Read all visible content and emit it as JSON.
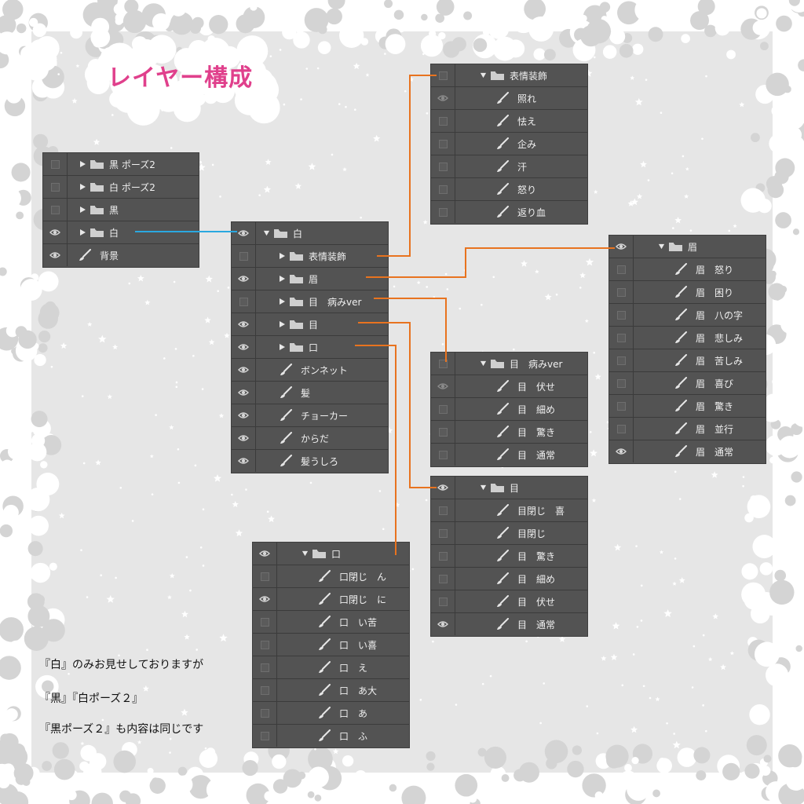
{
  "title": "レイヤー構成",
  "colors": {
    "accent_title": "#e0408c",
    "connector_orange": "#e8731f",
    "connector_blue": "#2aa8e0",
    "panel_bg": "#535353"
  },
  "icons": {
    "eye": "eye-icon",
    "box": "visibility-box-icon",
    "folder": "folder-icon",
    "brush": "brush-icon",
    "expand": "triangle-right-icon",
    "collapse": "triangle-down-icon"
  },
  "panels": {
    "root": [
      {
        "label": "黒 ポーズ2",
        "vis": "box",
        "icon": "folder",
        "arrow": "right"
      },
      {
        "label": "白 ポーズ2",
        "vis": "box",
        "icon": "folder",
        "arrow": "right"
      },
      {
        "label": "黒",
        "vis": "box",
        "icon": "folder",
        "arrow": "right"
      },
      {
        "label": "白",
        "vis": "eye",
        "icon": "folder",
        "arrow": "right"
      },
      {
        "label": "背景",
        "vis": "eye",
        "icon": "brush",
        "arrow": "none"
      }
    ],
    "white": [
      {
        "label": "白",
        "vis": "eye",
        "icon": "folder",
        "arrow": "down"
      },
      {
        "label": "表情装飾",
        "vis": "box",
        "icon": "folder",
        "arrow": "right"
      },
      {
        "label": "眉",
        "vis": "eye",
        "icon": "folder",
        "arrow": "right"
      },
      {
        "label": "目　病みver",
        "vis": "box",
        "icon": "folder",
        "arrow": "right"
      },
      {
        "label": "目",
        "vis": "eye",
        "icon": "folder",
        "arrow": "right"
      },
      {
        "label": "口",
        "vis": "eye",
        "icon": "folder",
        "arrow": "right"
      },
      {
        "label": "ボンネット",
        "vis": "eye",
        "icon": "brush",
        "arrow": "none"
      },
      {
        "label": "髪",
        "vis": "eye",
        "icon": "brush",
        "arrow": "none"
      },
      {
        "label": "チョーカー",
        "vis": "eye",
        "icon": "brush",
        "arrow": "none"
      },
      {
        "label": "からだ",
        "vis": "eye",
        "icon": "brush",
        "arrow": "none"
      },
      {
        "label": "髪うしろ",
        "vis": "eye",
        "icon": "brush",
        "arrow": "none"
      }
    ],
    "expression": [
      {
        "label": "表情装飾",
        "vis": "box",
        "icon": "folder",
        "arrow": "down"
      },
      {
        "label": "照れ",
        "vis": "eye-dim",
        "icon": "brush",
        "arrow": "none"
      },
      {
        "label": "怯え",
        "vis": "box",
        "icon": "brush",
        "arrow": "none"
      },
      {
        "label": "企み",
        "vis": "box",
        "icon": "brush",
        "arrow": "none"
      },
      {
        "label": "汗",
        "vis": "box",
        "icon": "brush",
        "arrow": "none"
      },
      {
        "label": "怒り",
        "vis": "box",
        "icon": "brush",
        "arrow": "none"
      },
      {
        "label": "返り血",
        "vis": "box",
        "icon": "brush",
        "arrow": "none"
      }
    ],
    "eyebrow": [
      {
        "label": "眉",
        "vis": "eye",
        "icon": "folder",
        "arrow": "down"
      },
      {
        "label": "眉　怒り",
        "vis": "box",
        "icon": "brush",
        "arrow": "none"
      },
      {
        "label": "眉　困り",
        "vis": "box",
        "icon": "brush",
        "arrow": "none"
      },
      {
        "label": "眉　八の字",
        "vis": "box",
        "icon": "brush",
        "arrow": "none"
      },
      {
        "label": "眉　悲しみ",
        "vis": "box",
        "icon": "brush",
        "arrow": "none"
      },
      {
        "label": "眉　苦しみ",
        "vis": "box",
        "icon": "brush",
        "arrow": "none"
      },
      {
        "label": "眉　喜び",
        "vis": "box",
        "icon": "brush",
        "arrow": "none"
      },
      {
        "label": "眉　驚き",
        "vis": "box",
        "icon": "brush",
        "arrow": "none"
      },
      {
        "label": "眉　並行",
        "vis": "box",
        "icon": "brush",
        "arrow": "none"
      },
      {
        "label": "眉　通常",
        "vis": "eye",
        "icon": "brush",
        "arrow": "none"
      }
    ],
    "sick_eye": [
      {
        "label": "目　病みver",
        "vis": "box",
        "icon": "folder",
        "arrow": "down"
      },
      {
        "label": "目　伏せ",
        "vis": "eye-dim",
        "icon": "brush",
        "arrow": "none"
      },
      {
        "label": "目　細め",
        "vis": "box",
        "icon": "brush",
        "arrow": "none"
      },
      {
        "label": "目　驚き",
        "vis": "box",
        "icon": "brush",
        "arrow": "none"
      },
      {
        "label": "目　通常",
        "vis": "box",
        "icon": "brush",
        "arrow": "none"
      }
    ],
    "eye": [
      {
        "label": "目",
        "vis": "eye",
        "icon": "folder",
        "arrow": "down"
      },
      {
        "label": "目閉じ　喜",
        "vis": "box",
        "icon": "brush",
        "arrow": "none"
      },
      {
        "label": "目閉じ",
        "vis": "box",
        "icon": "brush",
        "arrow": "none"
      },
      {
        "label": "目　驚き",
        "vis": "box",
        "icon": "brush",
        "arrow": "none"
      },
      {
        "label": "目　細め",
        "vis": "box",
        "icon": "brush",
        "arrow": "none"
      },
      {
        "label": "目　伏せ",
        "vis": "box",
        "icon": "brush",
        "arrow": "none"
      },
      {
        "label": "目　通常",
        "vis": "eye",
        "icon": "brush",
        "arrow": "none"
      }
    ],
    "mouth": [
      {
        "label": "口",
        "vis": "eye",
        "icon": "folder",
        "arrow": "down"
      },
      {
        "label": "口閉じ　ん",
        "vis": "box",
        "icon": "brush",
        "arrow": "none"
      },
      {
        "label": "口閉じ　に",
        "vis": "eye",
        "icon": "brush",
        "arrow": "none"
      },
      {
        "label": "口　い苦",
        "vis": "box",
        "icon": "brush",
        "arrow": "none"
      },
      {
        "label": "口　い喜",
        "vis": "box",
        "icon": "brush",
        "arrow": "none"
      },
      {
        "label": "口　え",
        "vis": "box",
        "icon": "brush",
        "arrow": "none"
      },
      {
        "label": "口　あ大",
        "vis": "box",
        "icon": "brush",
        "arrow": "none"
      },
      {
        "label": "口　あ",
        "vis": "box",
        "icon": "brush",
        "arrow": "none"
      },
      {
        "label": "口　ふ",
        "vis": "box",
        "icon": "brush",
        "arrow": "none"
      }
    ]
  },
  "notes": [
    "『白』のみお見せしておりますが",
    "『黒』『白ポーズ２』",
    "『黒ポーズ２』も内容は同じです"
  ]
}
